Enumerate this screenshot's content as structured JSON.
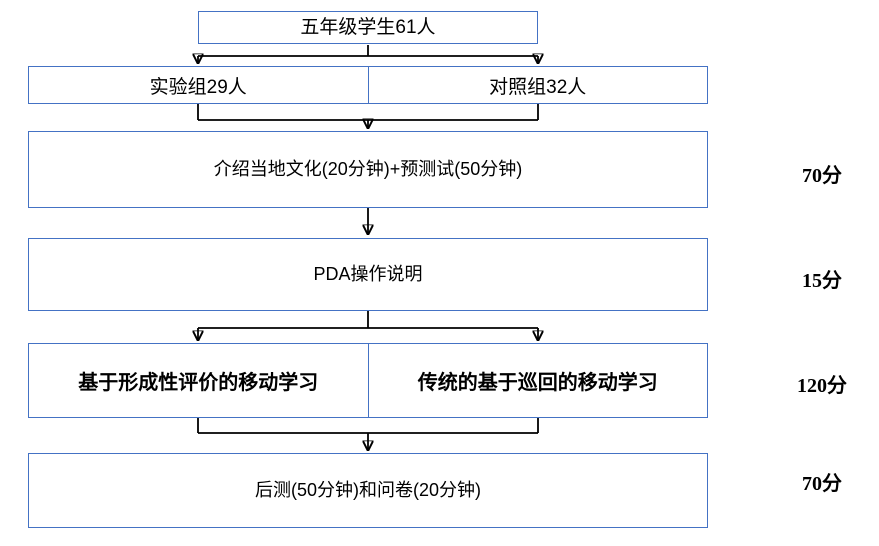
{
  "diagram": {
    "type": "flowchart",
    "nodes": {
      "students": "五年级学生61人",
      "experimental_group": "实验组29人",
      "control_group": "对照组32人",
      "intro_pretest": "介绍当地文化(20分钟)+预测试(50分钟)",
      "pda_instructions": "PDA操作说明",
      "formative_mobile_learning": "基于形成性评价的移动学习",
      "traditional_mobile_learning": "传统的基于巡回的移动学习",
      "posttest_questionnaire": "后测(50分钟)和问卷(20分钟)"
    },
    "durations": {
      "intro_pretest": "70分",
      "pda_instructions": "15分",
      "mobile_learning": "120分",
      "posttest_questionnaire": "70分"
    },
    "colors": {
      "box_border": "#4472C4",
      "connector_line": "#000000",
      "text": "#000000",
      "background": "#FFFFFF"
    }
  }
}
